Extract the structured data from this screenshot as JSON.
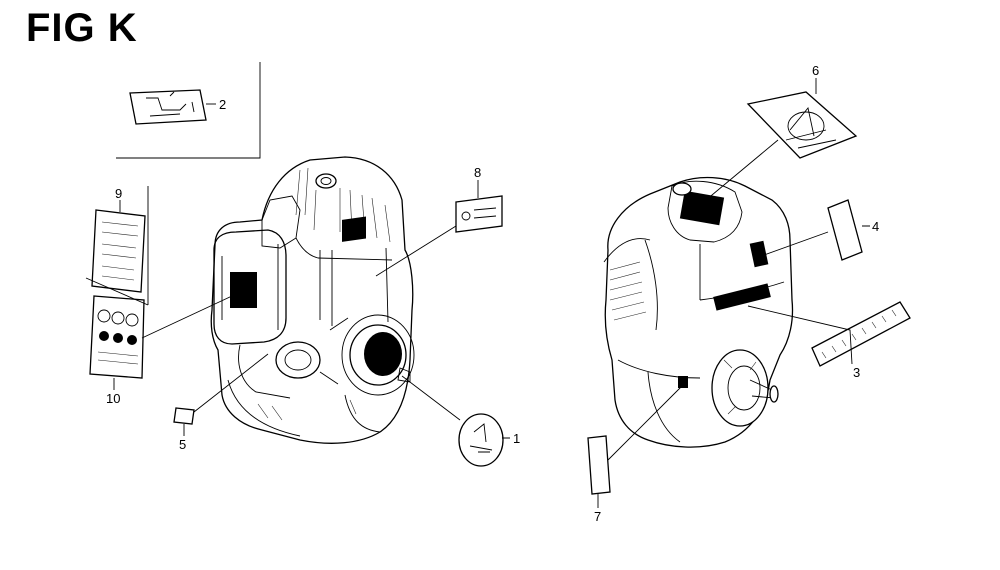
{
  "figure": {
    "title": "FIG K"
  },
  "callouts": [
    {
      "id": "1",
      "label": "1"
    },
    {
      "id": "2",
      "label": "2"
    },
    {
      "id": "3",
      "label": "3"
    },
    {
      "id": "4",
      "label": "4"
    },
    {
      "id": "5",
      "label": "5"
    },
    {
      "id": "6",
      "label": "6"
    },
    {
      "id": "7",
      "label": "7"
    },
    {
      "id": "8",
      "label": "8"
    },
    {
      "id": "9",
      "label": "9"
    },
    {
      "id": "10",
      "label": "10"
    }
  ],
  "colors": {
    "ink": "#000000",
    "paper": "#ffffff"
  }
}
